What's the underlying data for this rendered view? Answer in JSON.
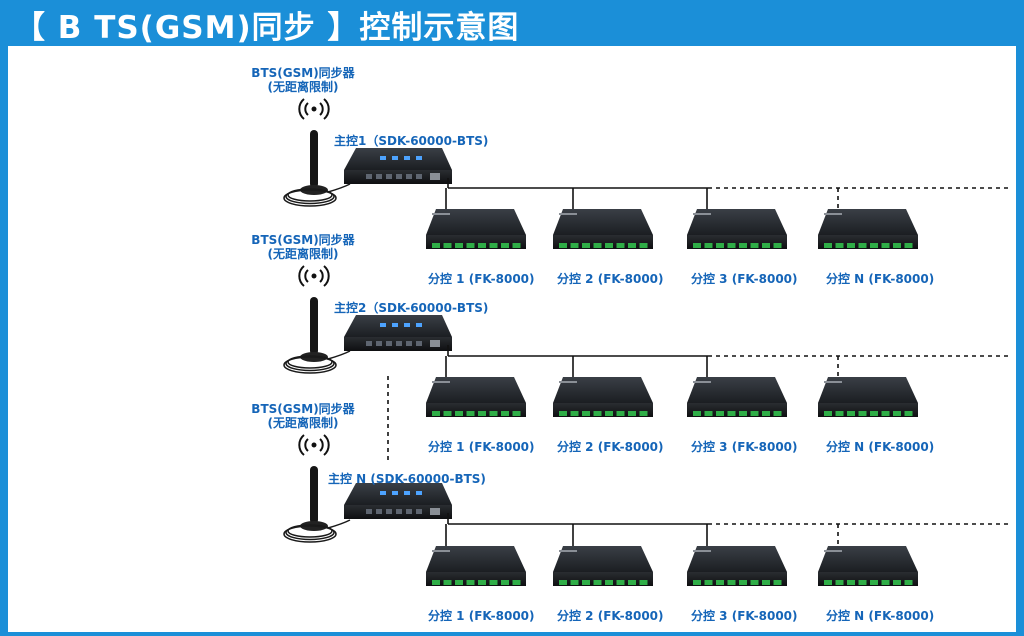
{
  "header": {
    "title": "【 B TS(GSM)同步 】控制示意图"
  },
  "colors": {
    "header_bg": "#1b8fd8",
    "label": "#1565b8",
    "device": "#1a1d21",
    "terminal": "#2fae47"
  },
  "groups": [
    {
      "sync_label": "BTS(GSM)同步器",
      "sync_sub": "(无距离限制)",
      "master_label": "主控1（SDK-60000-BTS)",
      "slaves": [
        "分控 1 (FK-8000)",
        "分控 2 (FK-8000)",
        "分控 3 (FK-8000)",
        "分控 N (FK-8000)"
      ]
    },
    {
      "sync_label": "BTS(GSM)同步器",
      "sync_sub": "(无距离限制)",
      "master_label": "主控2（SDK-60000-BTS)",
      "slaves": [
        "分控 1 (FK-8000)",
        "分控 2 (FK-8000)",
        "分控 3 (FK-8000)",
        "分控 N (FK-8000)"
      ]
    },
    {
      "sync_label": "BTS(GSM)同步器",
      "sync_sub": "(无距离限制)",
      "master_label": "主控 N (SDK-60000-BTS)",
      "slaves": [
        "分控 1 (FK-8000)",
        "分控 2 (FK-8000)",
        "分控 3 (FK-8000)",
        "分控 N (FK-8000)"
      ]
    }
  ]
}
